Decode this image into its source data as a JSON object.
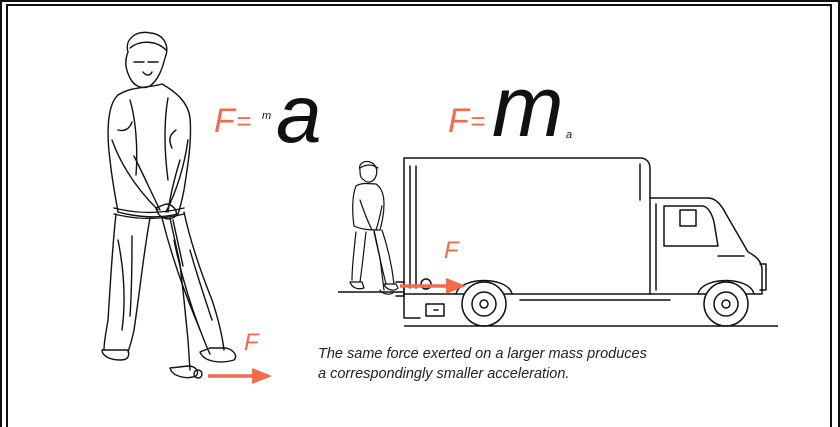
{
  "equation_left": {
    "f": "F",
    "eq": "=",
    "small": "m",
    "big": "a"
  },
  "equation_right": {
    "f": "F",
    "eq": "=",
    "big": "m",
    "small": "a"
  },
  "force_label_golfer": "F",
  "force_label_truck": "F",
  "caption": {
    "line1": "The same force exerted on a larger mass produces",
    "line2": "a correspondingly smaller acceleration."
  },
  "colors": {
    "force": "#f26b4a",
    "ink": "#111111"
  }
}
